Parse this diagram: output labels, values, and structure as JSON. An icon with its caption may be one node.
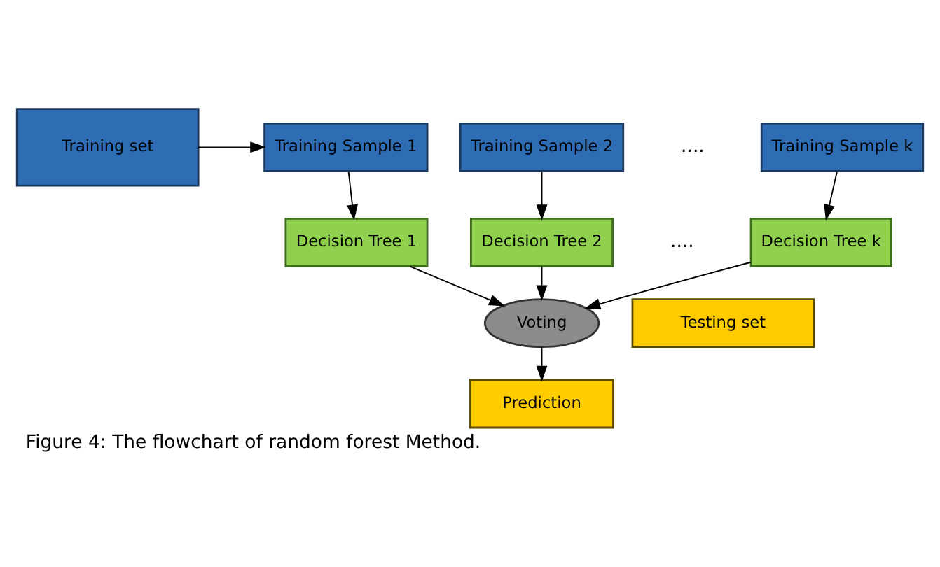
{
  "diagram": {
    "caption": "Figure 4: The flowchart of random forest Method.",
    "nodes": [
      {
        "text": [
          "Training set"
        ]
      },
      {
        "text": [
          "Training Sample 1"
        ]
      },
      {
        "text": [
          "Training Sample 2"
        ]
      },
      {
        "text": [
          "Training Sample k"
        ]
      },
      {
        "text": [
          "Decision Tree 1"
        ]
      },
      {
        "text": [
          "Decision Tree 2"
        ]
      },
      {
        "text": [
          "Decision Tree k"
        ]
      },
      {
        "text": [
          "Testing set"
        ]
      },
      {
        "text": [
          "Voting"
        ]
      },
      {
        "text": [
          "Prediction"
        ]
      }
    ],
    "edges": [
      {
        "from": 0,
        "to": 1,
        "arrow": "to"
      },
      {
        "from": 1,
        "to": 4,
        "arrow": "to"
      },
      {
        "from": 2,
        "to": 5,
        "arrow": "to"
      },
      {
        "from": 3,
        "to": 6,
        "arrow": "to"
      },
      {
        "from": 4,
        "to": 8,
        "arrow": "to"
      },
      {
        "from": 5,
        "to": 8,
        "arrow": "to"
      },
      {
        "from": 6,
        "to": 8,
        "arrow": "to"
      },
      {
        "from": 8,
        "to": 9,
        "arrow": "to"
      }
    ],
    "labels": [
      "....",
      "...."
    ]
  }
}
